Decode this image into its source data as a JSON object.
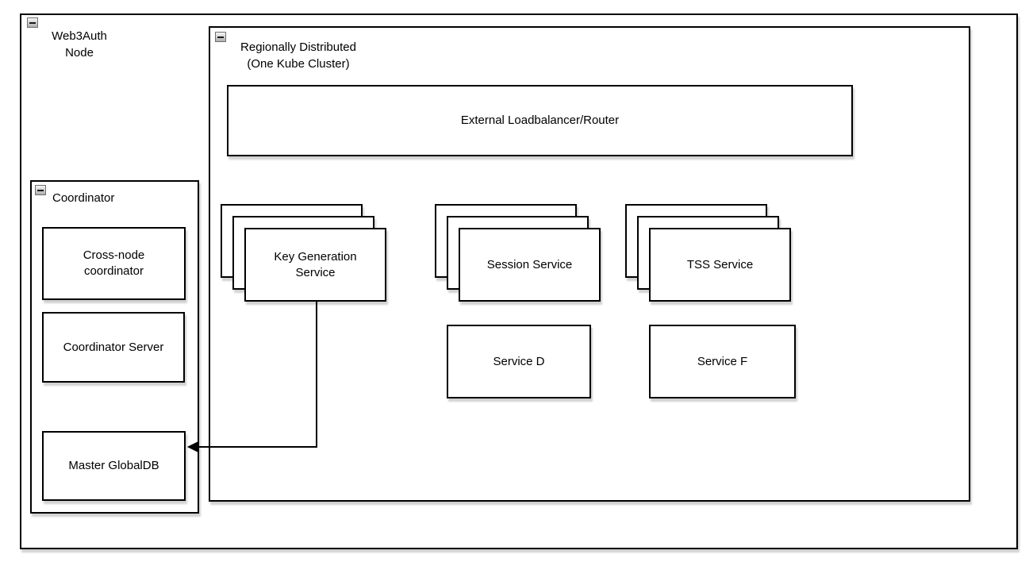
{
  "diagram": {
    "type": "architecture-diagram",
    "colors": {
      "border": "#000000",
      "background": "#ffffff",
      "shadow": "#c9c9c9",
      "collapse_button_fill": "#d4d4d4",
      "collapse_button_border": "#707070"
    },
    "icons": {
      "collapse": "collapse-minus-icon"
    },
    "nodes": {
      "web3auth": {
        "label": "Web3Auth\nNode",
        "collapsible": true
      },
      "region": {
        "label": "Regionally Distributed\n(One Kube Cluster)",
        "collapsible": true
      },
      "loadbalancer": {
        "label": "External Loadbalancer/Router"
      },
      "coordinator": {
        "label": "Coordinator",
        "collapsible": true
      },
      "cross_node": {
        "label": "Cross-node coordinator"
      },
      "coordinator_server": {
        "label": "Coordinator Server"
      },
      "master_globaldb": {
        "label": "Master GlobalDB"
      },
      "keygen": {
        "label": "Key Generation Service",
        "stack_layers": 3
      },
      "session": {
        "label": "Session Service",
        "stack_layers": 3
      },
      "tss": {
        "label": "TSS Service",
        "stack_layers": 3
      },
      "service_d": {
        "label": "Service D"
      },
      "service_f": {
        "label": "Service F"
      }
    },
    "edges": [
      {
        "from": "keygen",
        "to": "master_globaldb",
        "style": "orthogonal",
        "arrowhead": "filled-left"
      }
    ]
  }
}
